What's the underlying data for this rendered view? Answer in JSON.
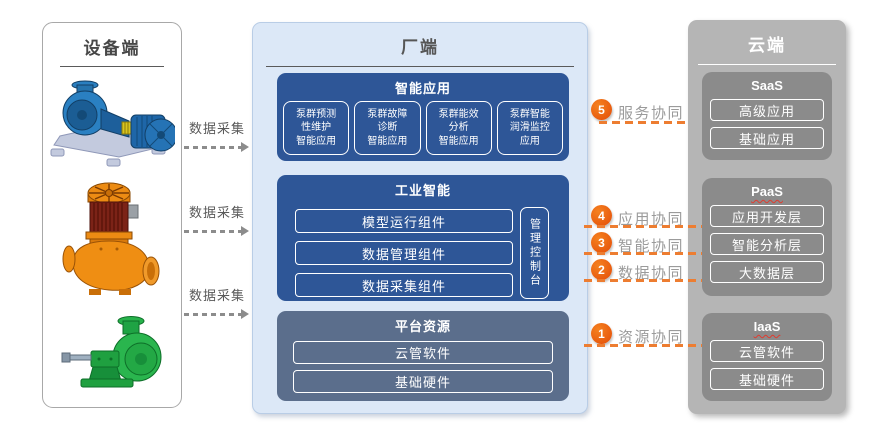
{
  "device_panel": {
    "title": "设备端",
    "pumps": [
      {
        "name": "blue-horizontal-pump-unit"
      },
      {
        "name": "orange-vertical-inline-pump"
      },
      {
        "name": "green-horizontal-pump"
      }
    ]
  },
  "data_links": {
    "labels": [
      "数据采集",
      "数据采集",
      "数据采集"
    ]
  },
  "plant_panel": {
    "title": "厂端",
    "apps": {
      "title": "智能应用",
      "cards": [
        "泵群预测\n性维护\n智能应用",
        "泵群故障\n诊断\n智能应用",
        "泵群能效\n分析\n智能应用",
        "泵群智能\n润滑监控\n应用"
      ]
    },
    "industry": {
      "title": "工业智能",
      "components": [
        "模型运行组件",
        "数据管理组件",
        "数据采集组件"
      ],
      "console": "管理控制台"
    },
    "platform": {
      "title": "平台资源",
      "items": [
        "云管软件",
        "基础硬件"
      ]
    }
  },
  "cloud_panel": {
    "title": "云端",
    "saas": {
      "title": "SaaS",
      "items": [
        "高级应用",
        "基础应用"
      ]
    },
    "paas": {
      "title": "PaaS",
      "items": [
        "应用开发层",
        "智能分析层",
        "大数据层"
      ]
    },
    "iaas": {
      "title": "IaaS",
      "items": [
        "云管软件",
        "基础硬件"
      ]
    }
  },
  "collaborations": [
    {
      "num": "5",
      "label": "服务协同"
    },
    {
      "num": "4",
      "label": "应用协同"
    },
    {
      "num": "3",
      "label": "智能协同"
    },
    {
      "num": "2",
      "label": "数据协同"
    },
    {
      "num": "1",
      "label": "资源协同"
    }
  ],
  "colors": {
    "plant_panel_bg": "#dce8f7",
    "deep_blue": "#2e5697",
    "slate_blue": "#5b6e8c",
    "cloud_bg": "#b5b5b5",
    "cloud_layer_bg": "#8b8b8b",
    "collab_orange": "#e9540d",
    "dash_orange": "#ed7d31",
    "arrow_gray": "#8c8c8c"
  }
}
